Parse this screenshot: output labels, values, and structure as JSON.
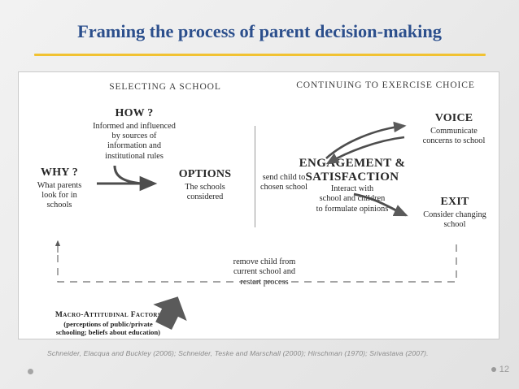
{
  "slide": {
    "title": "Framing the process of parent decision-making",
    "accent_title_color": "#2c4f8c",
    "accent_rule_color": "#f1c232",
    "background_color": "#ededed",
    "page_number": "12",
    "citation": "Schneider, Elacqua and Buckley (2006); Schneider, Teske and Marschall (2000); Hirschman (1970); Srivastava (2007)."
  },
  "diagram": {
    "headers": {
      "left": "SELECTING A SCHOOL",
      "right": "CONTINUING TO EXERCISE CHOICE"
    },
    "nodes": {
      "how": {
        "title": "HOW ?",
        "subtitle": "Informed and influenced\nby sources of\ninformation and\ninstitutional rules"
      },
      "why": {
        "title": "WHY ?",
        "subtitle": "What parents\nlook for in\nschools"
      },
      "options": {
        "title": "OPTIONS",
        "subtitle": "The schools\nconsidered"
      },
      "engagement": {
        "title": "ENGAGEMENT &\nSATISFACTION",
        "subtitle": "Interact with\nschool and children\nto formulate opinions"
      },
      "voice": {
        "title": "VOICE",
        "subtitle": "Communicate\nconcerns to school"
      },
      "exit": {
        "title": "EXIT",
        "subtitle": "Consider changing\nschool"
      }
    },
    "connectors": {
      "send_child": "send child to\nchosen school",
      "restart_loop": "remove child from\ncurrent school and\nrestart process"
    },
    "macro": {
      "title": "Macro-Attitudinal Factors",
      "subtitle": "(perceptions of public/private\nschooling; beliefs about education)"
    }
  }
}
